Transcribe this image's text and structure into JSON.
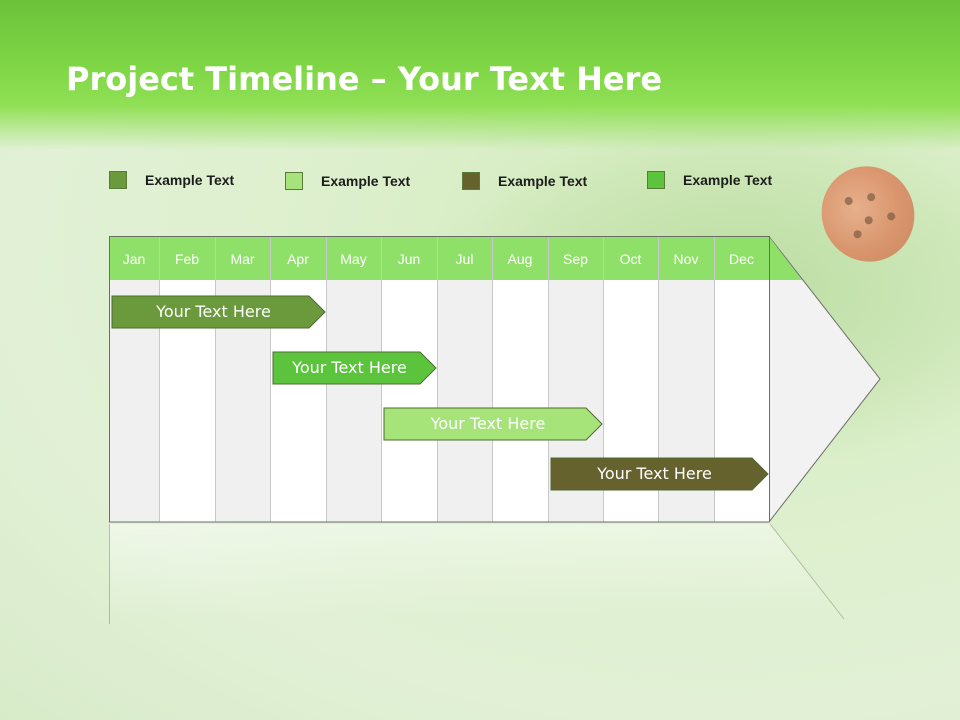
{
  "slide": {
    "title_bold": "Project Timeline",
    "title_rest": " – Your Text Here"
  },
  "legend": [
    {
      "label": "Example Text",
      "color": "#6a9a3c"
    },
    {
      "label": "Example Text",
      "color": "#a6e47a"
    },
    {
      "label": "Example Text",
      "color": "#66622e"
    },
    {
      "label": "Example Text",
      "color": "#5cc43c"
    }
  ],
  "timeline": {
    "months": [
      "Jan",
      "Feb",
      "Mar",
      "Apr",
      "May",
      "Jun",
      "Jul",
      "Aug",
      "Sep",
      "Oct",
      "Nov",
      "Dec"
    ],
    "header_color": "#8fe068",
    "tasks": [
      {
        "label": "Your  Text Here",
        "start": "Jan",
        "end": "Apr",
        "color": "#6a9a3c",
        "text_color": "#ffffff"
      },
      {
        "label": "Your  Text Here",
        "start": "Apr",
        "end": "Jun",
        "color": "#5cc43c",
        "text_color": "#ffffff"
      },
      {
        "label": "Your  Text Here",
        "start": "Jun",
        "end": "Sep",
        "color": "#a6e47a",
        "text_color": "#ffffff"
      },
      {
        "label": "Your  Text Here",
        "start": "Sep",
        "end": "Dec",
        "color": "#66622e",
        "text_color": "#ffffff"
      }
    ]
  }
}
